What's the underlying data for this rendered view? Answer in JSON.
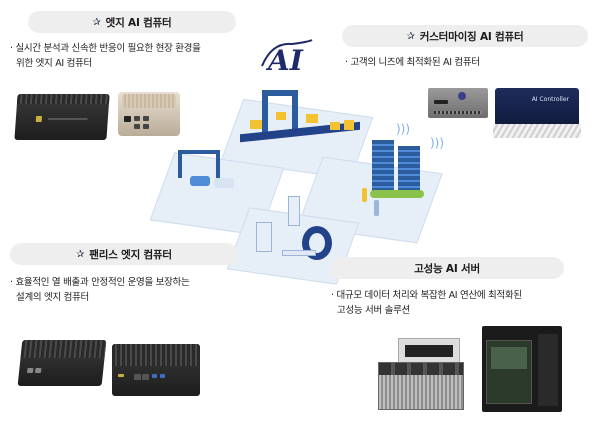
{
  "logo": {
    "text": "AI",
    "color": "#1f2a6b"
  },
  "sections": {
    "edge": {
      "title": "엣지 AI 컴퓨터",
      "icon": "star-icon",
      "desc_line1": "· 실시간 분석과 신속한 반응이 필요한 현장 환경을",
      "desc_line2": "  위한 엣지 AI 컴퓨터"
    },
    "custom": {
      "title": "커스터마이징 AI 컴퓨터",
      "icon": "star-icon",
      "desc_line1": "· 고객의 니즈에 최적화된 AI 컴퓨터",
      "device_label": "AI Controller"
    },
    "fanless": {
      "title": "팬리스 엣지 컴퓨터",
      "icon": "star-icon",
      "desc_line1": "· 효율적인 열 배출과 안정적인 운영을 보장하는",
      "desc_line2": "  설계의 엣지 컴퓨터"
    },
    "server": {
      "title": "고성능 AI 서버",
      "desc_line1": "· 대규모 데이터 처리와 복잡한 AI 연산에 최적화된",
      "desc_line2": "  고성능 서버 솔루션"
    }
  },
  "colors": {
    "pill_bg": "#eeeeef",
    "navy": "#1f2a6b",
    "puzzle": "#e6eef8",
    "accent_yellow": "#f2c230"
  },
  "star_glyph": "✰"
}
